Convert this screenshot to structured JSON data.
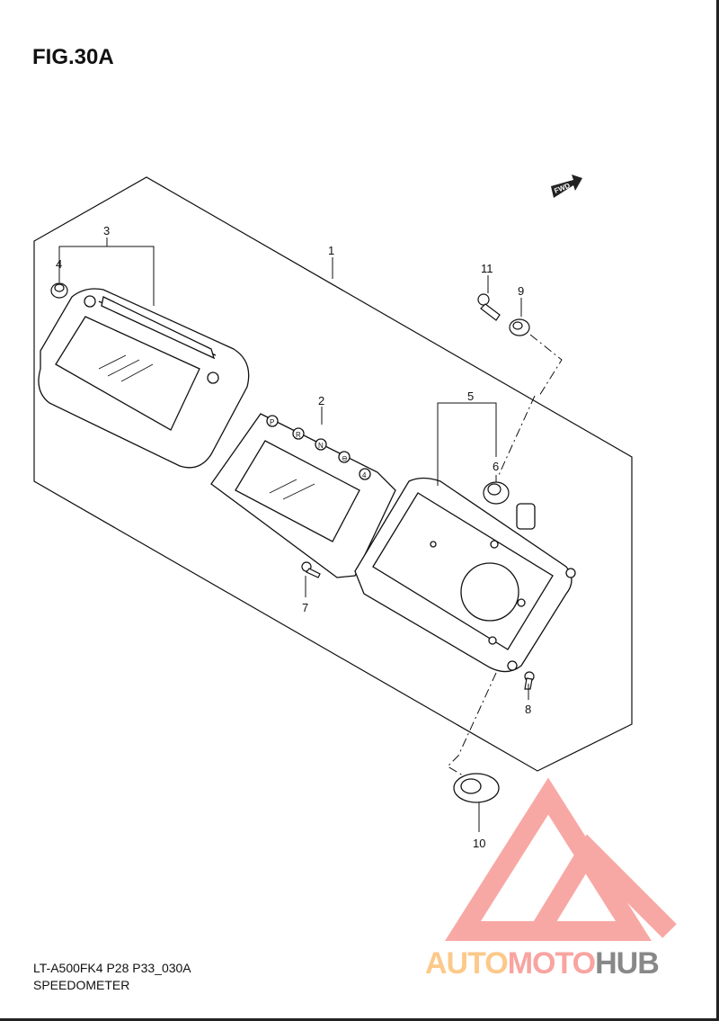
{
  "figure": {
    "title": "FIG.30A"
  },
  "direction_marker": {
    "label": "FWD"
  },
  "callouts": [
    "1",
    "2",
    "3",
    "4",
    "5",
    "6",
    "7",
    "8",
    "9",
    "10",
    "11"
  ],
  "footer": {
    "model_code": "LT-A500FK4 P28 P33_030A",
    "assembly_name": "SPEEDOMETER"
  },
  "gear_indicators": [
    "P",
    "R",
    "N",
    "⊖",
    "4"
  ],
  "watermark": {
    "part1": "AUTO",
    "part2": "MOTO",
    "part3": "HUB",
    "colors": {
      "auto": "#fcc98a",
      "moto": "#f8a4a0",
      "hub": "#888888",
      "triangle": "#f8a4a0"
    }
  }
}
